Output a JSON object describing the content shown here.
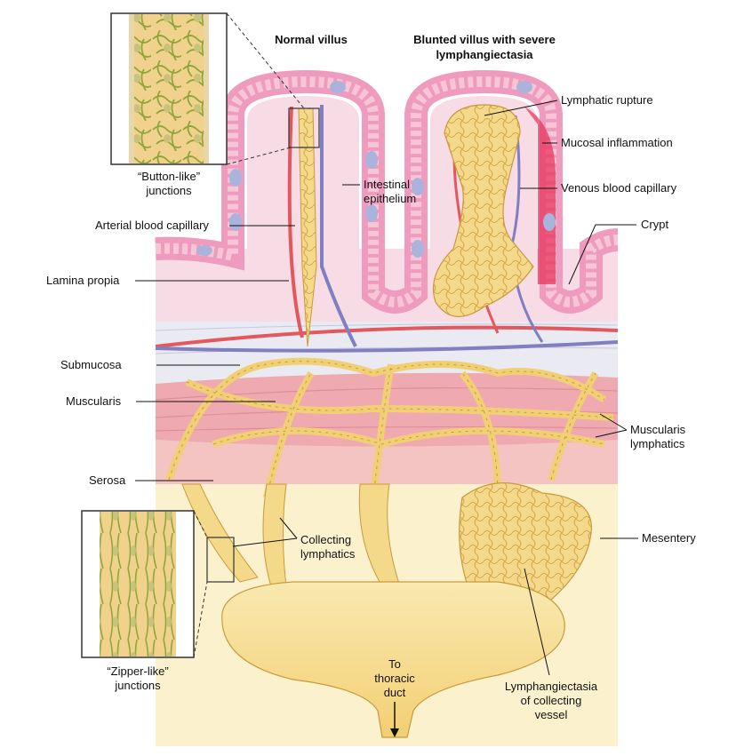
{
  "titles": {
    "normal_villus": "Normal villus",
    "blunted_villus": "Blunted villus with severe\nlymphangiectasia"
  },
  "insets": {
    "button": "“Button-like”\njunctions",
    "zipper": "“Zipper-like”\njunctions"
  },
  "labels": {
    "intestinal_epithelium": "Intestinal\nepithelium",
    "arterial_capillary": "Arterial blood capillary",
    "lamina_propia": "Lamina propia",
    "submucosa": "Submucosa",
    "muscularis": "Muscularis",
    "serosa": "Serosa",
    "collecting_lymphatics": "Collecting\nlymphatics",
    "lymphatic_rupture": "Lymphatic rupture",
    "mucosal_inflammation": "Mucosal inflammation",
    "venous_capillary": "Venous blood capillary",
    "crypt": "Crypt",
    "muscularis_lymphatics": "Muscularis\nlymphatics",
    "mesentery": "Mesentery",
    "lymphangiectasia_vessel": "Lymphangiectasia\nof collecting\nvessel",
    "thoracic_duct": "To\nthoracic\nduct"
  },
  "colors": {
    "epithelium_pink": "#ef9bbd",
    "epithelium_cell": "#f7c6d6",
    "goblet_cell": "#a9b3dc",
    "lamina": "#f8dce5",
    "inflamed": "#e8375e",
    "artery": "#e2585c",
    "vein": "#7f7fc2",
    "lymph": "#f4d98a",
    "lymph_edge": "#c99a3c",
    "muscle": "#eeaab0",
    "serosa": "#f3c4c2",
    "mesentery": "#fbf2cd",
    "submucosa": "#eaeaf2"
  }
}
